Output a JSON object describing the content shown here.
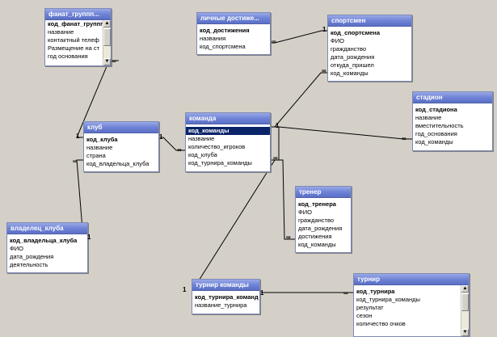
{
  "tables": {
    "fan": {
      "title": "фанат_группп...",
      "fields": [
        "код_фанат_группп",
        "название",
        "контактный телеф",
        "Размещение на ст",
        "год основания"
      ]
    },
    "achievements": {
      "title": "личные достиже...",
      "fields": [
        "код_достижения",
        "названия",
        "код_спортсмена"
      ]
    },
    "athlete": {
      "title": "спортсмен",
      "fields": [
        "код_спортсмена",
        "ФИО",
        "гражданство",
        "дата_рождения",
        "откуда_пришел",
        "код_команды"
      ]
    },
    "club": {
      "title": "клуб",
      "fields": [
        "код_клуба",
        "название",
        "страна",
        "код_владельца_клуба"
      ]
    },
    "team": {
      "title": "команда",
      "fields": [
        "код_команды",
        "название",
        "количество_игроков",
        "код_клуба",
        "код_турнира_команды"
      ]
    },
    "stadium": {
      "title": "стадион",
      "fields": [
        "код_стадиона",
        "название",
        "вместительность",
        "год_основания",
        "код_команды"
      ]
    },
    "coach": {
      "title": "тренер",
      "fields": [
        "код_тренера",
        "ФИО",
        "гражданство",
        "дата_рождения",
        "достижения",
        "код_команды"
      ]
    },
    "owner": {
      "title": "владелец_клуба",
      "fields": [
        "код_владельца_клуба",
        "ФИО",
        "дата_рождения",
        "деятельность"
      ]
    },
    "team_tournament": {
      "title": "турнир команды",
      "fields": [
        "код_турнира_команд",
        "название_турнира"
      ]
    },
    "tournament": {
      "title": "турнир",
      "fields": [
        "код_турнира",
        "код_турнира_команды",
        "результат",
        "сезон",
        "количество очков"
      ]
    }
  },
  "cardinality": {
    "one": "1",
    "many": "∞"
  },
  "scroll_arrows": {
    "up": "▲",
    "down": "▼"
  }
}
